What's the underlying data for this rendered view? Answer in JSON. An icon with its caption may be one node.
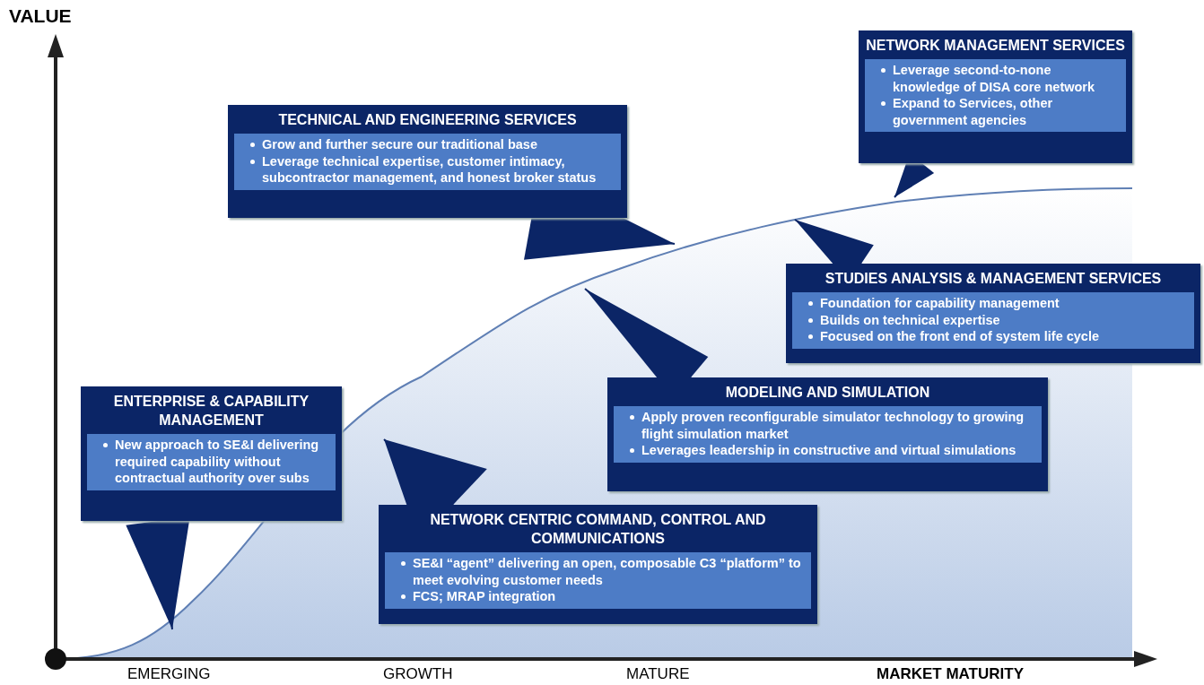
{
  "diagram": {
    "nodes": [
      {
        "text": [
          "NETWORK MANAGEMENT SERVICES",
          "Leverage second-to-none knowledge of DISA core network",
          "Expand to Services, other government agencies"
        ]
      },
      {
        "text": [
          "TECHNICAL AND ENGINEERING SERVICES",
          "Grow and further secure our traditional base",
          "Leverage technical expertise, customer intimacy, subcontractor management, and honest broker status"
        ]
      },
      {
        "text": [
          "STUDIES ANALYSIS & MANAGEMENT SERVICES",
          "Foundation for capability management",
          "Builds on technical expertise",
          "Focused on the front end of system life cycle"
        ]
      },
      {
        "text": [
          "MODELING AND SIMULATION",
          "Apply proven reconfigurable simulator technology to growing flight simulation market",
          "Leverages leadership in constructive and virtual simulations"
        ]
      },
      {
        "text": [
          "ENTERPRISE & CAPABILITY MANAGEMENT",
          "New approach to SE&I delivering required capability without contractual authority over subs"
        ]
      },
      {
        "text": [
          "NETWORK CENTRIC COMMAND, CONTROL AND COMMUNICATIONS",
          "SE&I “agent” delivering an open, composable C3 “platform” to meet evolving customer needs",
          "FCS; MRAP integration"
        ]
      }
    ],
    "edges": [
      {
        "from": 0,
        "to": null,
        "arrow": "to"
      },
      {
        "from": 1,
        "to": null,
        "arrow": "to"
      },
      {
        "from": 2,
        "to": null,
        "arrow": "to"
      },
      {
        "from": 3,
        "to": null,
        "arrow": "to"
      },
      {
        "from": 4,
        "to": null,
        "arrow": "to"
      },
      {
        "from": 5,
        "to": null,
        "arrow": "to"
      }
    ],
    "labels": [
      "VALUE",
      "EMERGING",
      "GROWTH",
      "MATURE",
      "MARKET MATURITY"
    ]
  }
}
